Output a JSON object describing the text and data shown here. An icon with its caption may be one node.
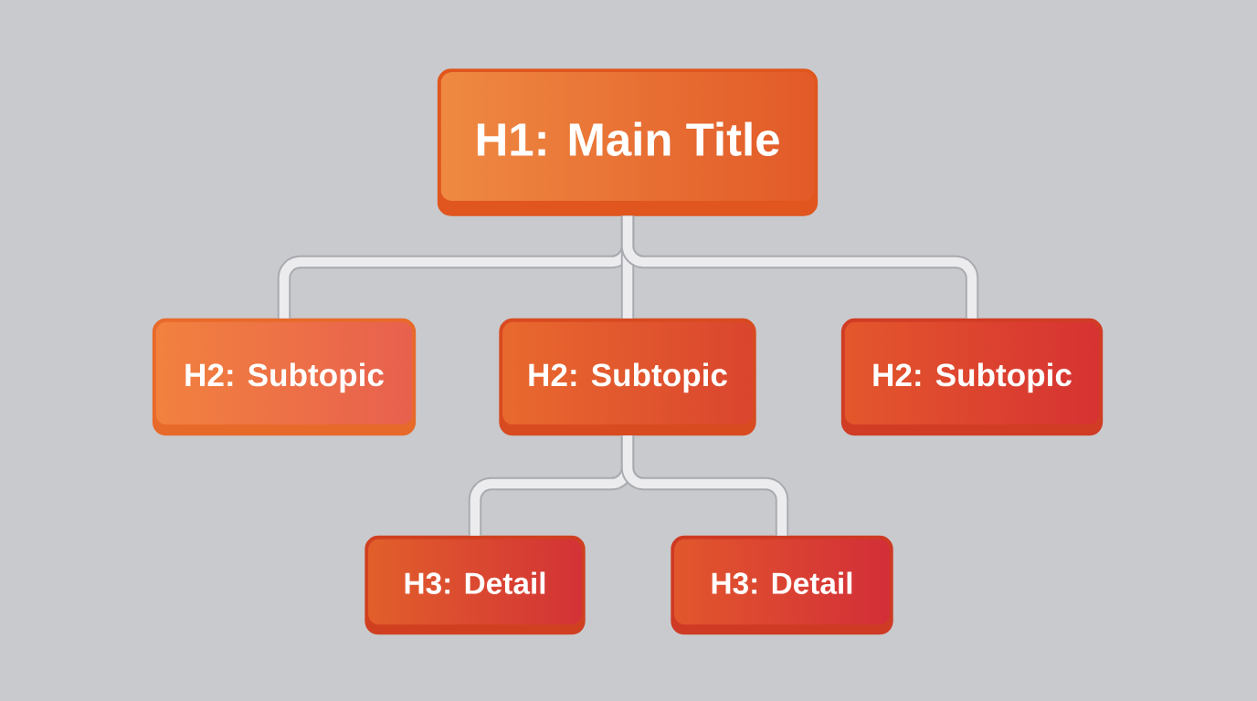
{
  "diagram": {
    "nodes": [
      {
        "text": [
          "H1: Main Title"
        ]
      },
      {
        "text": [
          "H2: Subtopic"
        ]
      },
      {
        "text": [
          "H2: Subtopic"
        ]
      },
      {
        "text": [
          "H2: Subtopic"
        ]
      },
      {
        "text": [
          "H3: Detail"
        ]
      },
      {
        "text": [
          "H3: Detail"
        ]
      }
    ],
    "edges": [
      {
        "from": 0,
        "to": 1,
        "arrow": "none"
      },
      {
        "from": 0,
        "to": 2,
        "arrow": "none"
      },
      {
        "from": 0,
        "to": 3,
        "arrow": "none"
      },
      {
        "from": 2,
        "to": 4,
        "arrow": "none"
      },
      {
        "from": 2,
        "to": 5,
        "arrow": "none"
      }
    ]
  }
}
